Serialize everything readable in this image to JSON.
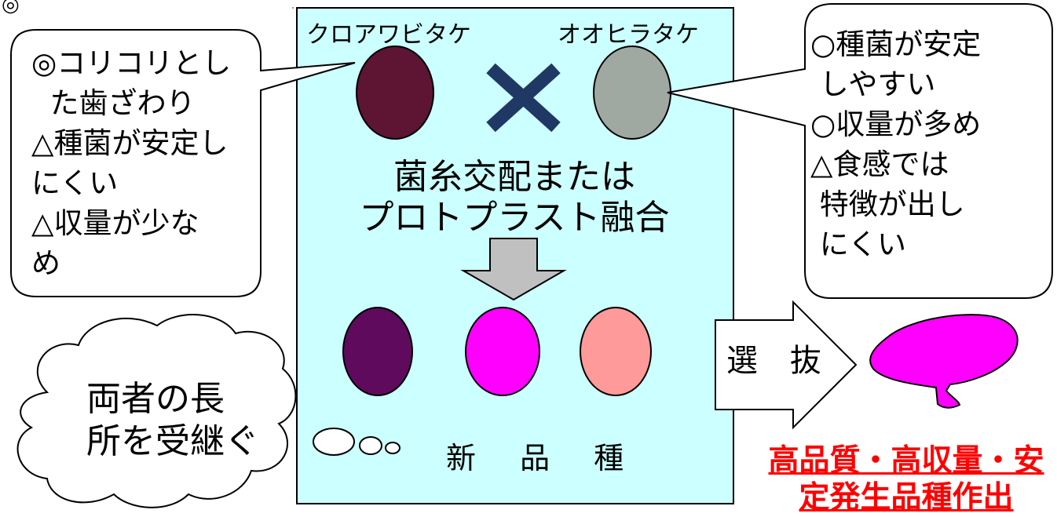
{
  "parents": {
    "left_name": "クロアワビタケ",
    "right_name": "オオヒラタケ",
    "left_color": "#5e1433",
    "right_color": "#a0a8a2"
  },
  "left_callout": {
    "lines": [
      "◎コリコリとし",
      "  た歯ざわり",
      "△種菌が安定し",
      "にくい",
      "△収量が少な",
      "め"
    ]
  },
  "right_callout": {
    "lines": [
      "○種菌が安定",
      " しやすい",
      "○収量が多め",
      "△食感では",
      " 特徴が出し",
      " にくい"
    ]
  },
  "process": {
    "cross_symbol": "×",
    "lines": [
      "菌糸交配または",
      "プロトプラスト融合"
    ]
  },
  "offspring": {
    "colors": [
      "#5f0a5c",
      "#ff00ff",
      "#ff9a9a"
    ],
    "label": "新 品 種"
  },
  "cloud": {
    "lines": [
      "両者の長",
      "所を受継ぐ"
    ]
  },
  "selection": {
    "label": "選 抜"
  },
  "result": {
    "lines": [
      "高品質・高収量・安",
      "定発生品種作出"
    ],
    "color": "#ff0000",
    "mushroom_color": "#ff00ff"
  },
  "colors": {
    "panel_fill": "#ccffff",
    "cross_color": "#1f3864",
    "down_arrow_fill": "#c0c0c0"
  }
}
